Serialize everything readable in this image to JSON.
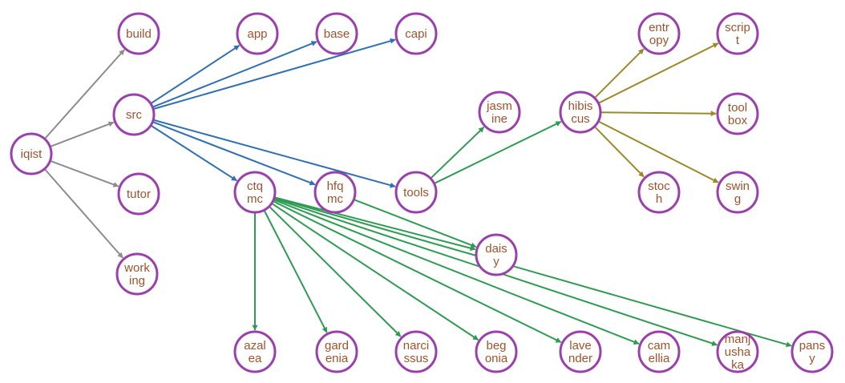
{
  "colors": {
    "node_stroke": "#9b3fae",
    "node_text": "#a0522d",
    "edge_gray": "#8c8c8c",
    "edge_blue": "#2f6fb3",
    "edge_green": "#2e9b52",
    "edge_olive": "#9a8a2a"
  },
  "nodes": [
    {
      "id": "iqist",
      "lines": [
        "iqist"
      ]
    },
    {
      "id": "build",
      "lines": [
        "build"
      ]
    },
    {
      "id": "src",
      "lines": [
        "src"
      ]
    },
    {
      "id": "tutor",
      "lines": [
        "tutor"
      ]
    },
    {
      "id": "working",
      "lines": [
        "work",
        "ing"
      ]
    },
    {
      "id": "app",
      "lines": [
        "app"
      ]
    },
    {
      "id": "base",
      "lines": [
        "base"
      ]
    },
    {
      "id": "capi",
      "lines": [
        "capi"
      ]
    },
    {
      "id": "ctqmc",
      "lines": [
        "ctq",
        "mc"
      ]
    },
    {
      "id": "hfqmc",
      "lines": [
        "hfq",
        "mc"
      ]
    },
    {
      "id": "tools",
      "lines": [
        "tools"
      ]
    },
    {
      "id": "jasmine",
      "lines": [
        "jasm",
        "ine"
      ]
    },
    {
      "id": "hibiscus",
      "lines": [
        "hibis",
        "cus"
      ]
    },
    {
      "id": "entropy",
      "lines": [
        "entr",
        "opy"
      ]
    },
    {
      "id": "script",
      "lines": [
        "scrip",
        "t"
      ]
    },
    {
      "id": "toolbox",
      "lines": [
        "tool",
        "box"
      ]
    },
    {
      "id": "stoch",
      "lines": [
        "stoc",
        "h"
      ]
    },
    {
      "id": "swing",
      "lines": [
        "swin",
        "g"
      ]
    },
    {
      "id": "daisy",
      "lines": [
        "dais",
        "y"
      ]
    },
    {
      "id": "azalea",
      "lines": [
        "azal",
        "ea"
      ]
    },
    {
      "id": "gardenia",
      "lines": [
        "gard",
        "enia"
      ]
    },
    {
      "id": "narcissus",
      "lines": [
        "narci",
        "ssus"
      ]
    },
    {
      "id": "begonia",
      "lines": [
        "beg",
        "onia"
      ]
    },
    {
      "id": "lavender",
      "lines": [
        "lave",
        "nder"
      ]
    },
    {
      "id": "camellia",
      "lines": [
        "cam",
        "ellia"
      ]
    },
    {
      "id": "manjushaka",
      "lines": [
        "manj",
        "usha",
        "ka"
      ]
    },
    {
      "id": "pansy",
      "lines": [
        "pans",
        "y"
      ]
    }
  ],
  "edges": [
    {
      "from": "iqist",
      "to": "build",
      "color": "gray"
    },
    {
      "from": "iqist",
      "to": "src",
      "color": "gray"
    },
    {
      "from": "iqist",
      "to": "tutor",
      "color": "gray"
    },
    {
      "from": "iqist",
      "to": "working",
      "color": "gray"
    },
    {
      "from": "src",
      "to": "app",
      "color": "blue"
    },
    {
      "from": "src",
      "to": "base",
      "color": "blue"
    },
    {
      "from": "src",
      "to": "capi",
      "color": "blue"
    },
    {
      "from": "src",
      "to": "ctqmc",
      "color": "blue"
    },
    {
      "from": "src",
      "to": "hfqmc",
      "color": "blue"
    },
    {
      "from": "src",
      "to": "tools",
      "color": "blue"
    },
    {
      "from": "tools",
      "to": "jasmine",
      "color": "green"
    },
    {
      "from": "tools",
      "to": "hibiscus",
      "color": "green"
    },
    {
      "from": "hibiscus",
      "to": "entropy",
      "color": "olive"
    },
    {
      "from": "hibiscus",
      "to": "script",
      "color": "olive"
    },
    {
      "from": "hibiscus",
      "to": "toolbox",
      "color": "olive"
    },
    {
      "from": "hibiscus",
      "to": "stoch",
      "color": "olive"
    },
    {
      "from": "hibiscus",
      "to": "swing",
      "color": "olive"
    },
    {
      "from": "hfqmc",
      "to": "daisy",
      "color": "green"
    },
    {
      "from": "ctqmc",
      "to": "daisy",
      "color": "green"
    },
    {
      "from": "ctqmc",
      "to": "azalea",
      "color": "green"
    },
    {
      "from": "ctqmc",
      "to": "gardenia",
      "color": "green"
    },
    {
      "from": "ctqmc",
      "to": "narcissus",
      "color": "green"
    },
    {
      "from": "ctqmc",
      "to": "begonia",
      "color": "green"
    },
    {
      "from": "ctqmc",
      "to": "lavender",
      "color": "green"
    },
    {
      "from": "ctqmc",
      "to": "camellia",
      "color": "green"
    },
    {
      "from": "ctqmc",
      "to": "manjushaka",
      "color": "green"
    },
    {
      "from": "ctqmc",
      "to": "pansy",
      "color": "green"
    }
  ]
}
